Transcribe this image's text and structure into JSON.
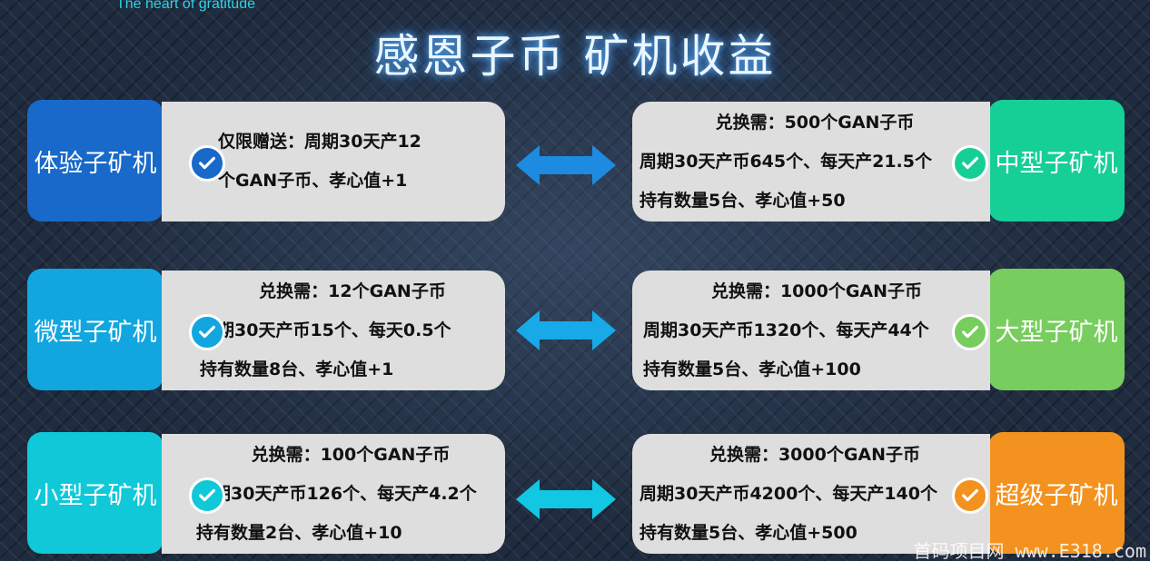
{
  "subtitle": "The heart of gratitude",
  "title": "感恩子币 矿机收益",
  "colors": {
    "trial": "#1869c9",
    "micro": "#11a6df",
    "small": "#10c8d8",
    "medium": "#16cf96",
    "large": "#77cd5d",
    "super": "#f3921f",
    "arrow_top": "#1d8be0",
    "arrow_mid": "#17a9e8",
    "arrow_bot": "#12c7e3"
  },
  "cards": {
    "trial": {
      "label": "体验子矿机",
      "lines": [
        "仅限赠送：周期30天产12",
        "个GAN子币、孝心值+1"
      ]
    },
    "micro": {
      "label": "微型子矿机",
      "lines": [
        "兑换需：12个GAN子币",
        "周期30天产币15个、每天0.5个",
        "持有数量8台、孝心值+1"
      ]
    },
    "small": {
      "label": "小型子矿机",
      "lines": [
        "兑换需：100个GAN子币",
        "周期30天产币126个、每天产4.2个",
        "持有数量2台、孝心值+10"
      ]
    },
    "medium": {
      "label": "中型子矿机",
      "lines": [
        "兑换需：500个GAN子币",
        "周期30天产币645个、每天产21.5个",
        "持有数量5台、孝心值+50"
      ]
    },
    "large": {
      "label": "大型子矿机",
      "lines": [
        "兑换需：1000个GAN子币",
        "周期30天产币1320个、每天产44个",
        "持有数量5台、孝心值+100"
      ]
    },
    "super": {
      "label": "超级子矿机",
      "lines": [
        "兑换需：3000个GAN子币",
        "周期30天产币4200个、每天产140个",
        "持有数量5台、孝心值+500"
      ]
    }
  },
  "watermark": "首码项目网 www.E318.com",
  "icons": [
    "check-icon",
    "double-arrow-icon"
  ]
}
